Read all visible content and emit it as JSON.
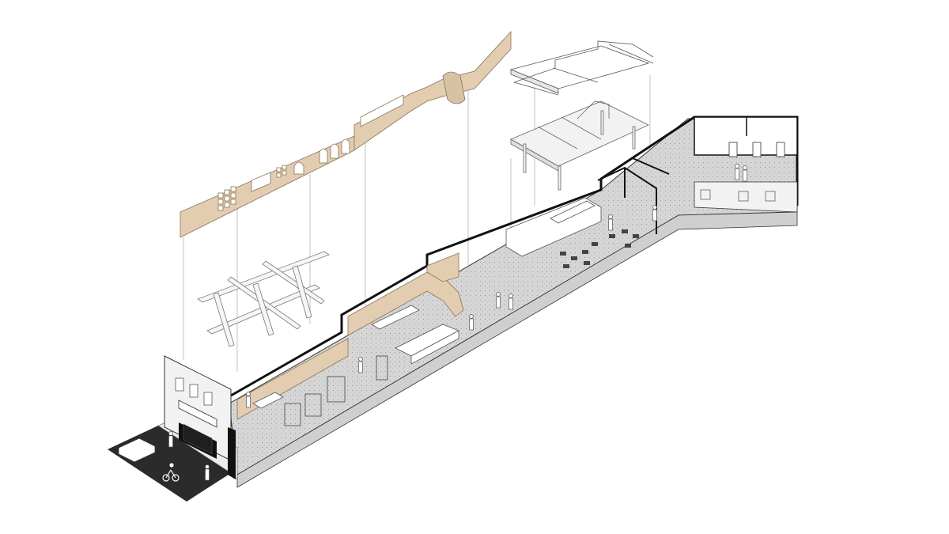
{
  "diagram": {
    "type": "exploded-axonometric-section",
    "colors": {
      "background": "#ffffff",
      "wood": "#e2cdb1",
      "wood_stroke": "#8a7358",
      "floor": "#d9d9d9",
      "wall_cut": "#111111",
      "street": "#2b2b2b",
      "steel": "#f2f2f2",
      "line": "#555555"
    },
    "components": [
      {
        "name": "timber-wall-exploded"
      },
      {
        "name": "timber-beam-grid"
      },
      {
        "name": "mezzanine-railing"
      },
      {
        "name": "steel-frame-structure"
      },
      {
        "name": "ground-floor-plan"
      },
      {
        "name": "street-corner"
      }
    ]
  }
}
